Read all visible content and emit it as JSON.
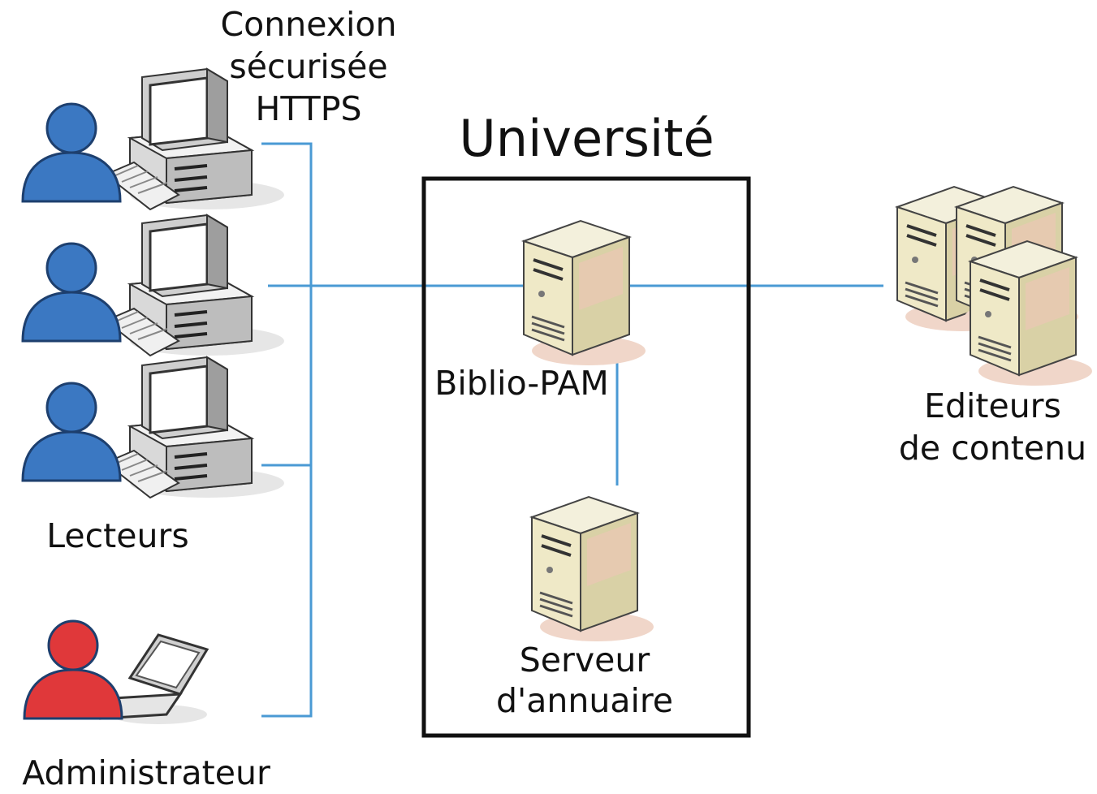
{
  "labels": {
    "connection": "Connexion\nsécurisée\nHTTPS",
    "university": "Université",
    "biblio_pam": "Biblio-PAM",
    "directory_server": "Serveur\nd'annuaire",
    "content_publishers": "Editeurs\nde contenu",
    "readers": "Lecteurs",
    "administrator": "Administrateur"
  },
  "icons": {
    "reader_user": "user-icon",
    "workstation": "desktop-computer-icon",
    "admin_user": "user-icon",
    "laptop": "laptop-icon",
    "server": "server-tower-icon",
    "server_cluster": "server-cluster-icon"
  },
  "colors": {
    "connector": "#4a9ad4",
    "reader_user": "#3b78c2",
    "admin_user": "#e0383a",
    "university_border": "#111111",
    "server_body": "#e9e3c3"
  }
}
